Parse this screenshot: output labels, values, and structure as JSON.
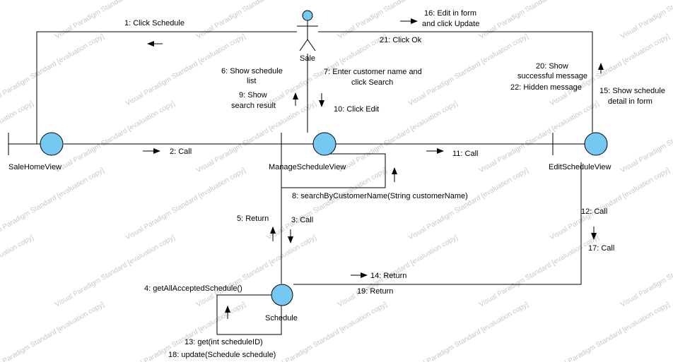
{
  "watermark": "Visual Paradigm Standard [evaluation copy]",
  "colors": {
    "object_fill": "#74c8f2",
    "line": "#000000",
    "watermark": "#c8c8c8"
  },
  "actor": {
    "name": "Sale"
  },
  "objects": {
    "sale_home_view": "SaleHomeView",
    "manage_schedule_view": "ManageScheduleView",
    "edit_schedule_view": "EditScheduleView",
    "schedule": "Schedule"
  },
  "messages": {
    "m1": "1: Click Schedule",
    "m2": "2: Call",
    "m3": "3: Call",
    "m4": "4: getAllAcceptedSchedule()",
    "m5": "5: Return",
    "m6a": "6: Show schedule",
    "m6b": "list",
    "m7a": "7: Enter customer name and",
    "m7b": "click Search",
    "m8": "8: searchByCustomerName(String customerName)",
    "m9a": "9: Show",
    "m9b": "search result",
    "m10": "10: Click Edit",
    "m11": "11: Call",
    "m12": "12: Call",
    "m13": "13: get(int scheduleID)",
    "m14": "14: Return",
    "m15a": "15: Show schedule",
    "m15b": "detail in form",
    "m16a": "16: Edit in form",
    "m16b": "and click Update",
    "m17": "17: Call",
    "m18": "18: update(Schedule schedule)",
    "m19": "19: Return",
    "m20a": "20: Show",
    "m20b": "successful message",
    "m21": "21: Click Ok",
    "m22": "22: Hidden message"
  }
}
